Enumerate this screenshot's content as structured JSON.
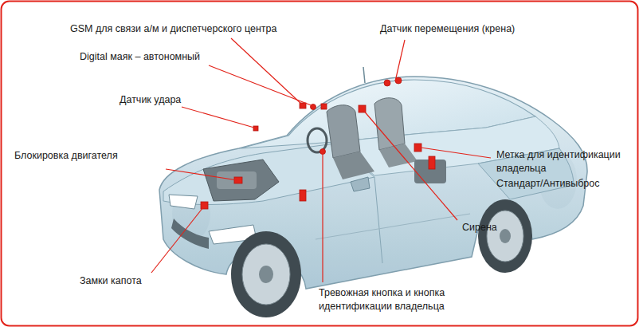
{
  "diagram": {
    "labels": [
      "GSM для связи а/м и диспетчерского центра",
      "Digital маяк – автономный",
      "Датчик удара",
      "Блокировка двигателя",
      "Замки капота",
      "Датчик перемещения (крена)",
      "Метка для идентификации владельца",
      "Стандарт/Антивыброс",
      "Сирена",
      "Тревожная кнопка и кнопка идентификации владельца"
    ]
  }
}
